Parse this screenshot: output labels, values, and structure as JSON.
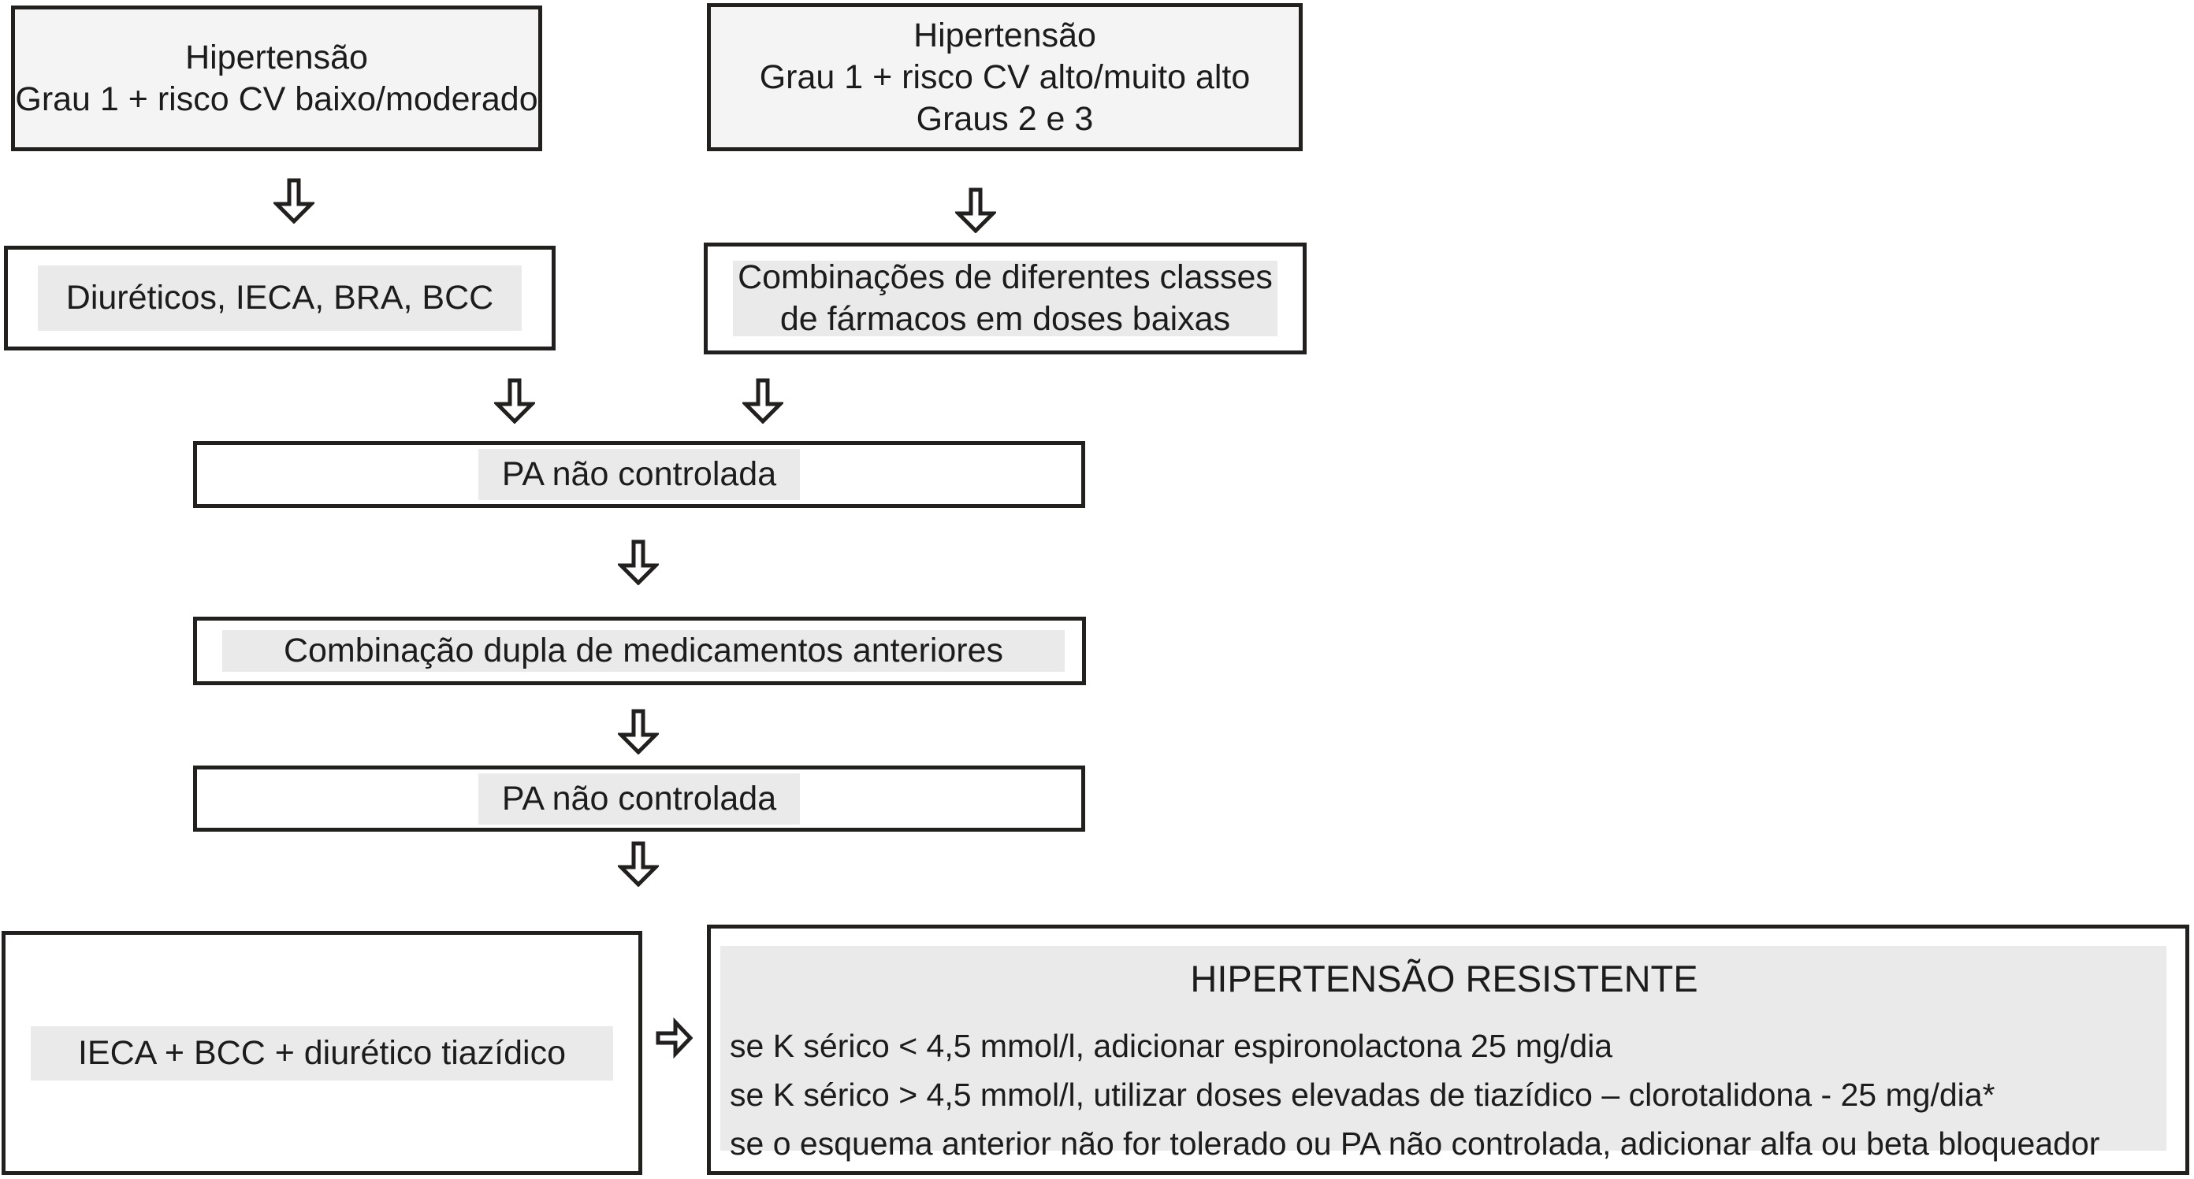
{
  "flowchart": {
    "box_grau1_baixo": {
      "line1": "Hipertensão",
      "line2": "Grau 1 + risco CV baixo/moderado"
    },
    "box_grau1_alto": {
      "line1": "Hipertensão",
      "line2": "Grau 1 + risco CV alto/muito alto",
      "line3": "Graus 2 e 3"
    },
    "box_diureticos": {
      "label": "Diuréticos, IECA, BRA, BCC"
    },
    "box_combinacoes": {
      "line1": "Combinações de diferentes classes",
      "line2": "de fármacos em doses baixas"
    },
    "box_pa_nao_controlada_1": {
      "label": "PA não controlada"
    },
    "box_combinacao_dupla": {
      "label": "Combinação dupla de medicamentos anteriores"
    },
    "box_pa_nao_controlada_2": {
      "label": "PA não controlada"
    },
    "box_ieca_bcc_tiazidico": {
      "label": "IECA + BCC + diurético tiazídico"
    },
    "box_hipertensao_resistente": {
      "title": "HIPERTENSÃO RESISTENTE",
      "line1": "se K sérico < 4,5 mmol/l, adicionar espironolactona 25 mg/dia",
      "line2": "se K sérico > 4,5 mmol/l, utilizar doses elevadas de tiazídico – clorotalidona - 25 mg/dia*",
      "line3": "se o esquema anterior não for tolerado ou PA não controlada, adicionar alfa ou beta bloqueador"
    },
    "colors": {
      "border": "#221f1f",
      "box_fill_gray": "#f4f4f4",
      "highlight_gray": "#e9eae9",
      "background": "#ffffff"
    }
  }
}
